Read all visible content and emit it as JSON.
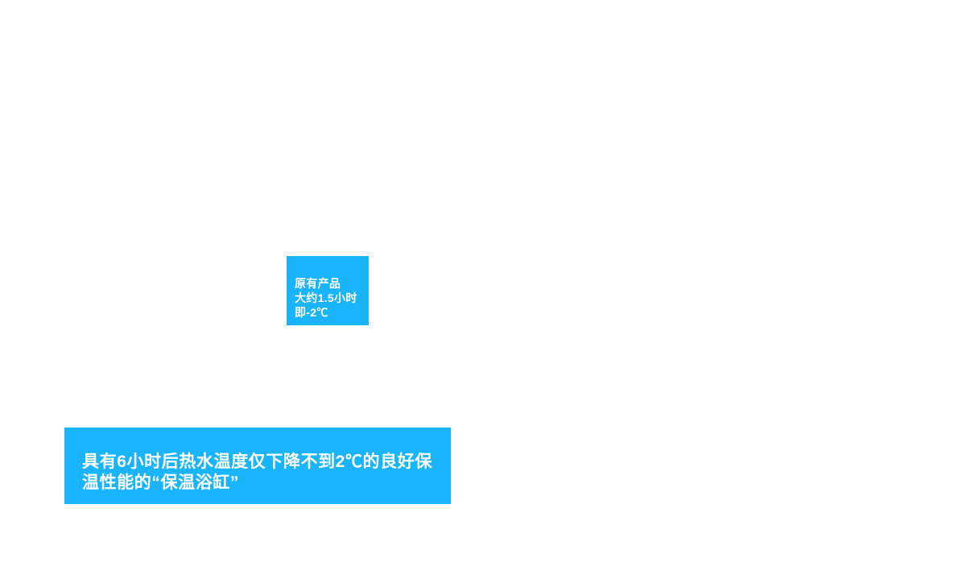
{
  "page": {
    "kind": "presentation-slide",
    "colors": {
      "background": "#FFFFFF",
      "accent": "#1AB4FC",
      "text_on_accent": "#FFFFFF"
    }
  },
  "callout": {
    "lines": [
      "原有产品",
      "大约1.5小时",
      "即-2℃"
    ]
  },
  "banner": {
    "lines": [
      "具有6小时后热水温度仅下降不到2℃的良好保",
      "温性能的“保温浴缸”"
    ]
  }
}
